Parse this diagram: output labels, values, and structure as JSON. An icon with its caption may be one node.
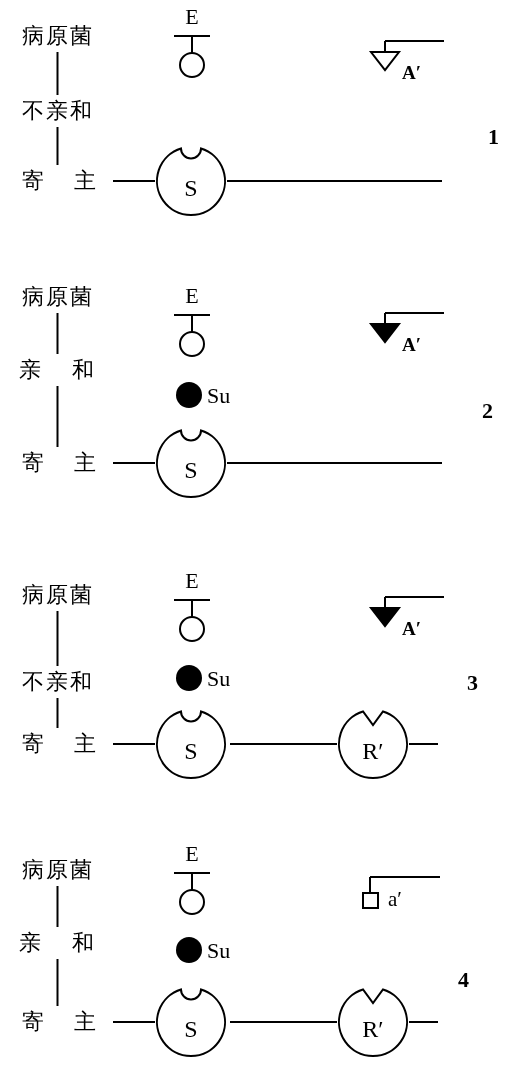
{
  "diagram": {
    "nodes": [
      {
        "text": [
          "病原菌"
        ]
      },
      {
        "text": [
          "E"
        ]
      },
      {
        "text": [
          "A′"
        ]
      },
      {
        "text": [
          "不亲和"
        ]
      },
      {
        "text": [
          "寄 主"
        ]
      },
      {
        "text": [
          "S"
        ]
      },
      {
        "text": [
          "病原菌"
        ]
      },
      {
        "text": [
          "E"
        ]
      },
      {
        "text": [
          "A′"
        ]
      },
      {
        "text": [
          "亲 和"
        ]
      },
      {
        "text": [
          "Su"
        ]
      },
      {
        "text": [
          "寄 主"
        ]
      },
      {
        "text": [
          "S"
        ]
      },
      {
        "text": [
          "病原菌"
        ]
      },
      {
        "text": [
          "E"
        ]
      },
      {
        "text": [
          "A′"
        ]
      },
      {
        "text": [
          "不亲和"
        ]
      },
      {
        "text": [
          "Su"
        ]
      },
      {
        "text": [
          "寄 主"
        ]
      },
      {
        "text": [
          "S"
        ]
      },
      {
        "text": [
          "R′"
        ]
      },
      {
        "text": [
          "病原菌"
        ]
      },
      {
        "text": [
          "E"
        ]
      },
      {
        "text": [
          "a′"
        ]
      },
      {
        "text": [
          "亲 和"
        ]
      },
      {
        "text": [
          "Su"
        ]
      },
      {
        "text": [
          "寄 主"
        ]
      },
      {
        "text": [
          "S"
        ]
      },
      {
        "text": [
          "R′"
        ]
      }
    ],
    "edges": [
      {
        "from": 0,
        "to": 3,
        "arrow": "none"
      },
      {
        "from": 3,
        "to": 4,
        "arrow": "none"
      },
      {
        "from": 4,
        "to": 5,
        "arrow": "none"
      },
      {
        "from": 5,
        "to": null,
        "arrow": "none"
      },
      {
        "from": 6,
        "to": 9,
        "arrow": "none"
      },
      {
        "from": 9,
        "to": 11,
        "arrow": "none"
      },
      {
        "from": 11,
        "to": 12,
        "arrow": "none"
      },
      {
        "from": 12,
        "to": null,
        "arrow": "none"
      },
      {
        "from": 13,
        "to": 16,
        "arrow": "none"
      },
      {
        "from": 16,
        "to": 18,
        "arrow": "none"
      },
      {
        "from": 18,
        "to": 19,
        "arrow": "none"
      },
      {
        "from": 19,
        "to": 20,
        "arrow": "none"
      },
      {
        "from": 20,
        "to": null,
        "arrow": "none"
      },
      {
        "from": 21,
        "to": 24,
        "arrow": "none"
      },
      {
        "from": 24,
        "to": 26,
        "arrow": "none"
      },
      {
        "from": 26,
        "to": 27,
        "arrow": "none"
      },
      {
        "from": 27,
        "to": 28,
        "arrow": "none"
      },
      {
        "from": 28,
        "to": null,
        "arrow": "none"
      }
    ],
    "labels": [
      "1",
      "2",
      "3",
      "4"
    ]
  }
}
